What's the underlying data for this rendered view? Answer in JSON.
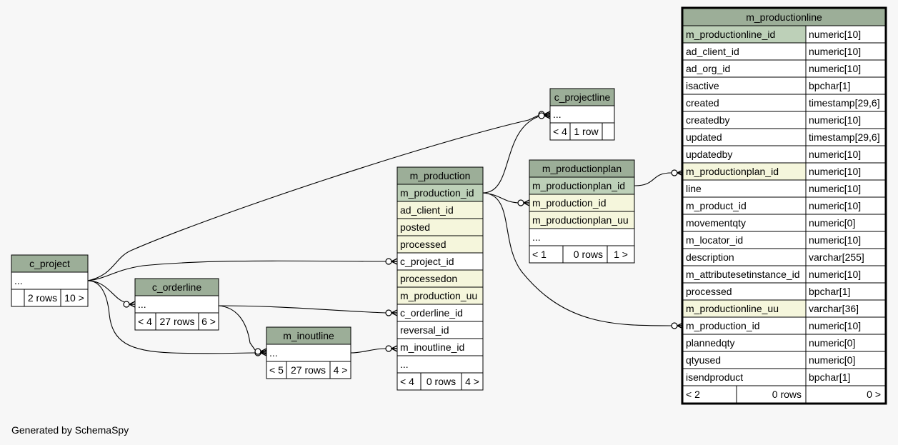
{
  "colors": {
    "header": "#9cae98",
    "pk": "#bdd0b8",
    "index": "#f5f6dc",
    "plain": "#ffffff",
    "border": "#000000",
    "edge": "#000000",
    "background": "#f7f7f7"
  },
  "footer": "Generated by SchemaSpy",
  "tables": {
    "c_project": {
      "name": "c_project",
      "rows": [
        {
          "name": "...",
          "kind": "plain"
        }
      ],
      "footer": [
        "",
        "2 rows",
        "10 >"
      ]
    },
    "c_orderline": {
      "name": "c_orderline",
      "rows": [
        {
          "name": "...",
          "kind": "plain"
        }
      ],
      "footer": [
        "< 4",
        "27 rows",
        "6 >"
      ]
    },
    "m_inoutline": {
      "name": "m_inoutline",
      "rows": [
        {
          "name": "...",
          "kind": "plain"
        }
      ],
      "footer": [
        "< 5",
        "27 rows",
        "4 >"
      ]
    },
    "c_projectline": {
      "name": "c_projectline",
      "rows": [
        {
          "name": "...",
          "kind": "plain"
        }
      ],
      "footer": [
        "< 4",
        "1 row",
        ""
      ]
    },
    "m_production": {
      "name": "m_production",
      "rows": [
        {
          "name": "m_production_id",
          "kind": "pk"
        },
        {
          "name": "ad_client_id",
          "kind": "index"
        },
        {
          "name": "posted",
          "kind": "index"
        },
        {
          "name": "processed",
          "kind": "index"
        },
        {
          "name": "c_project_id",
          "kind": "plain"
        },
        {
          "name": "processedon",
          "kind": "index"
        },
        {
          "name": "m_production_uu",
          "kind": "index"
        },
        {
          "name": "c_orderline_id",
          "kind": "plain"
        },
        {
          "name": "reversal_id",
          "kind": "plain"
        },
        {
          "name": "m_inoutline_id",
          "kind": "plain"
        },
        {
          "name": "...",
          "kind": "plain"
        }
      ],
      "footer": [
        "< 4",
        "0 rows",
        "4 >"
      ]
    },
    "m_productionplan": {
      "name": "m_productionplan",
      "rows": [
        {
          "name": "m_productionplan_id",
          "kind": "pk"
        },
        {
          "name": "m_production_id",
          "kind": "index"
        },
        {
          "name": "m_productionplan_uu",
          "kind": "index"
        },
        {
          "name": "...",
          "kind": "plain"
        }
      ],
      "footer": [
        "< 1",
        "0 rows",
        "1 >"
      ]
    },
    "m_productionline": {
      "name": "m_productionline",
      "rows": [
        {
          "name": "m_productionline_id",
          "type": "numeric[10]",
          "kind": "pk"
        },
        {
          "name": "ad_client_id",
          "type": "numeric[10]",
          "kind": "plain"
        },
        {
          "name": "ad_org_id",
          "type": "numeric[10]",
          "kind": "plain"
        },
        {
          "name": "isactive",
          "type": "bpchar[1]",
          "kind": "plain"
        },
        {
          "name": "created",
          "type": "timestamp[29,6]",
          "kind": "plain"
        },
        {
          "name": "createdby",
          "type": "numeric[10]",
          "kind": "plain"
        },
        {
          "name": "updated",
          "type": "timestamp[29,6]",
          "kind": "plain"
        },
        {
          "name": "updatedby",
          "type": "numeric[10]",
          "kind": "plain"
        },
        {
          "name": "m_productionplan_id",
          "type": "numeric[10]",
          "kind": "index"
        },
        {
          "name": "line",
          "type": "numeric[10]",
          "kind": "plain"
        },
        {
          "name": "m_product_id",
          "type": "numeric[10]",
          "kind": "plain"
        },
        {
          "name": "movementqty",
          "type": "numeric[0]",
          "kind": "plain"
        },
        {
          "name": "m_locator_id",
          "type": "numeric[10]",
          "kind": "plain"
        },
        {
          "name": "description",
          "type": "varchar[255]",
          "kind": "plain"
        },
        {
          "name": "m_attributesetinstance_id",
          "type": "numeric[10]",
          "kind": "plain"
        },
        {
          "name": "processed",
          "type": "bpchar[1]",
          "kind": "plain"
        },
        {
          "name": "m_productionline_uu",
          "type": "varchar[36]",
          "kind": "index"
        },
        {
          "name": "m_production_id",
          "type": "numeric[10]",
          "kind": "plain"
        },
        {
          "name": "plannedqty",
          "type": "numeric[0]",
          "kind": "plain"
        },
        {
          "name": "qtyused",
          "type": "numeric[0]",
          "kind": "plain"
        },
        {
          "name": "isendproduct",
          "type": "bpchar[1]",
          "kind": "plain"
        }
      ],
      "footer": [
        "< 2",
        "0 rows",
        "0 >"
      ]
    }
  }
}
